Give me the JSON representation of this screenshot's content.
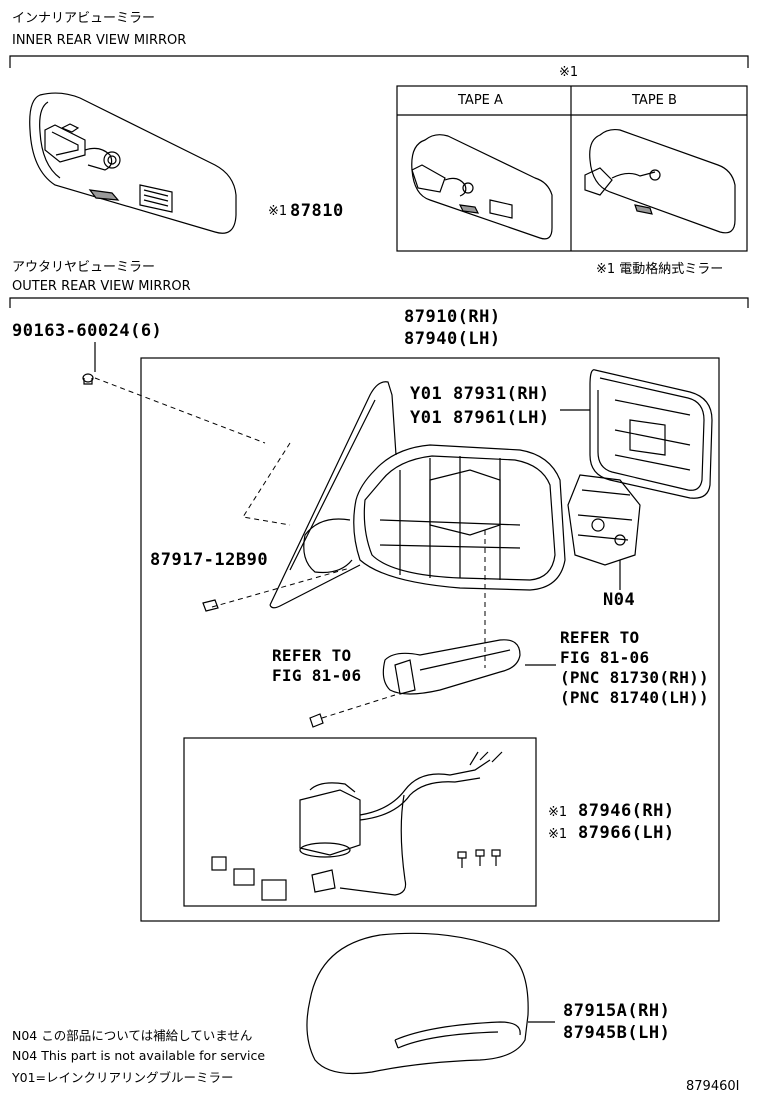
{
  "inner_section": {
    "title_jp": "インナリアビューミラー",
    "title_en": "INNER REAR VIEW MIRROR",
    "part_prefix": "※1",
    "part_number": "87810",
    "variant_marker": "※1",
    "variants": [
      {
        "label": "TAPE A"
      },
      {
        "label": "TAPE B"
      }
    ]
  },
  "outer_section": {
    "title_jp": "アウタリヤビューミラー",
    "title_en": "OUTER REAR VIEW MIRROR",
    "footnote_1": "※1 電動格納式ミラー"
  },
  "parts": {
    "screw": "90163-60024(6)",
    "assy_rh": "87910(RH)",
    "assy_lh": "87940(LH)",
    "glass_rh": "Y01 87931(RH)",
    "glass_lh": "Y01 87961(LH)",
    "screw2": "87917-12B90",
    "n04": "N04",
    "refer_left_1": "REFER TO",
    "refer_left_2": "FIG 81-06",
    "refer_right_1": "REFER TO",
    "refer_right_2": "FIG 81-06",
    "refer_right_3": "(PNC 81730(RH))",
    "refer_right_4": "(PNC 81740(LH))",
    "retractor_rh": "87946(RH)",
    "retractor_lh": "87966(LH)",
    "retractor_prefix": "※1",
    "cover_rh": "87915A(RH)",
    "cover_lh": "87945B(LH)"
  },
  "notes": {
    "n04_jp": "N04 この部品については補給していません",
    "n04_en": "N04 This part is not available for service",
    "y01_jp": "Y01=レインクリアリングブルーミラー"
  },
  "figure_id": "879460I"
}
